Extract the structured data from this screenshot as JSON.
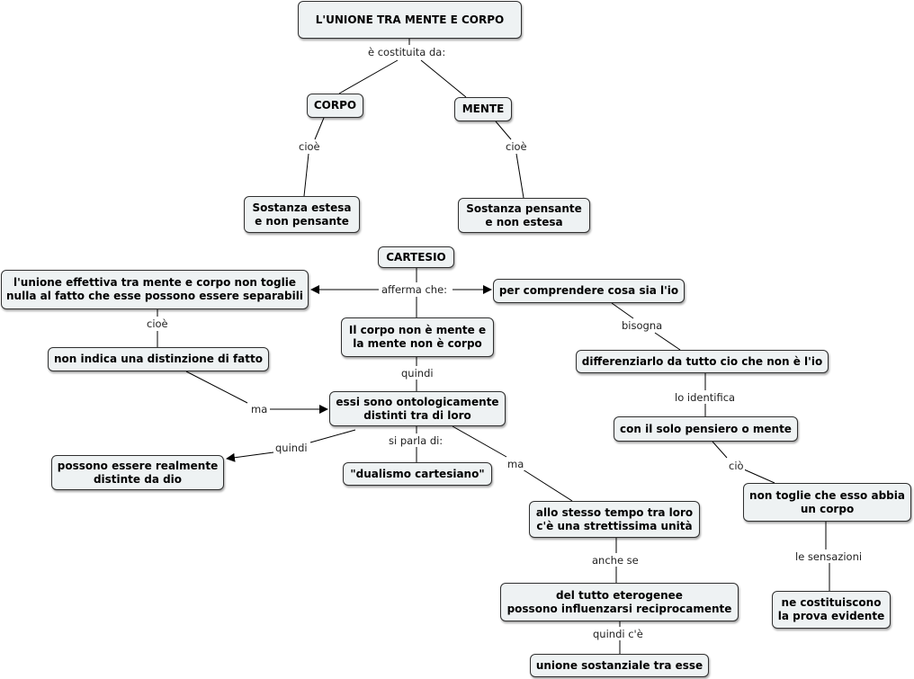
{
  "concepts": {
    "title": "L'UNIONE TRA MENTE E CORPO",
    "corpo": "CORPO",
    "mente": "MENTE",
    "sostanza_estesa": "Sostanza estesa\ne non pensante",
    "sostanza_pensante": "Sostanza pensante\ne non estesa",
    "cartesio": "CARTESIO",
    "unione_effettiva": "l'unione effettiva tra mente e corpo non toglie\nnulla al fatto che esse possono essere separabili",
    "comprendere_io": "per comprendere cosa sia l'io",
    "corpo_non_mente": "Il corpo non è mente e\nla mente non è corpo",
    "distinzione_fatto": "non indica una distinzione di fatto",
    "differenziarlo": "differenziarlo da tutto cio che non è l'io",
    "ontologicamente": "essi sono ontologicamente\ndistinti tra di loro",
    "solo_pensiero": "con il solo pensiero o mente",
    "separate_dio": "possono essere realmente\ndistinte da dio",
    "dualismo": "\"dualismo cartesiano\"",
    "corpo_abbia": "non toglie che esso abbia\nun corpo",
    "strettissima": "allo stesso tempo tra loro\nc'è una strettissima unità",
    "eterogenee": "del tutto eterogenee\npossono influenzarsi reciprocamente",
    "prova_evidente": "ne costituiscono\nla prova evidente",
    "unione_sostanziale": "unione sostanziale tra esse"
  },
  "links": {
    "costituita": "è costituita da:",
    "cioe_corpo": "cioè",
    "cioe_mente": "cioè",
    "afferma": "afferma che:",
    "cioe_left": "cioè",
    "bisogna": "bisogna",
    "quindi_center": "quindi",
    "ma_left": "ma",
    "lo_identifica": "lo identifica",
    "quindi_left": "quindi",
    "si_parla": "si parla di:",
    "cio": "ciò",
    "ma_right": "ma",
    "le_sensazioni": "le sensazioni",
    "anche_se": "anche se",
    "quindi_ce": "quindi c'è"
  }
}
